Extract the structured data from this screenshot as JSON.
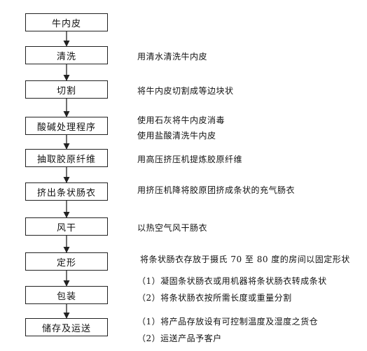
{
  "steps": [
    {
      "label": "牛内皮",
      "notes": []
    },
    {
      "label": "清洗",
      "notes": [
        "用清水清洗牛内皮"
      ]
    },
    {
      "label": "切割",
      "notes": [
        "将牛内皮切割成等边块状"
      ]
    },
    {
      "label": "酸碱处理程序",
      "notes": [
        "使用石灰将牛内皮消毒",
        "使用盐酸清洗牛内皮"
      ]
    },
    {
      "label": "抽取胶原纤维",
      "notes": [
        "用高压挤压机提炼胶原纤维"
      ]
    },
    {
      "label": "挤出条状肠衣",
      "notes": [
        "用挤压机降将胶原团挤成条状的充气肠衣"
      ]
    },
    {
      "label": "风干",
      "notes": [
        "以热空气风干肠衣"
      ]
    },
    {
      "label": "定形",
      "notes": [
        "将条状肠衣存放于摄氏 70 至 80 度的房间以固定形状"
      ]
    },
    {
      "label": "包装",
      "notes": [
        "（1）凝固条状肠衣或用机器将条状肠衣转成条状",
        "（2）将条状肠衣按所需长度或重量分割"
      ]
    },
    {
      "label": "储存及运送",
      "notes": [
        "（1）将产品存放设有可控制温度及湿度之货仓",
        "（2）运送产品予客户"
      ]
    }
  ]
}
